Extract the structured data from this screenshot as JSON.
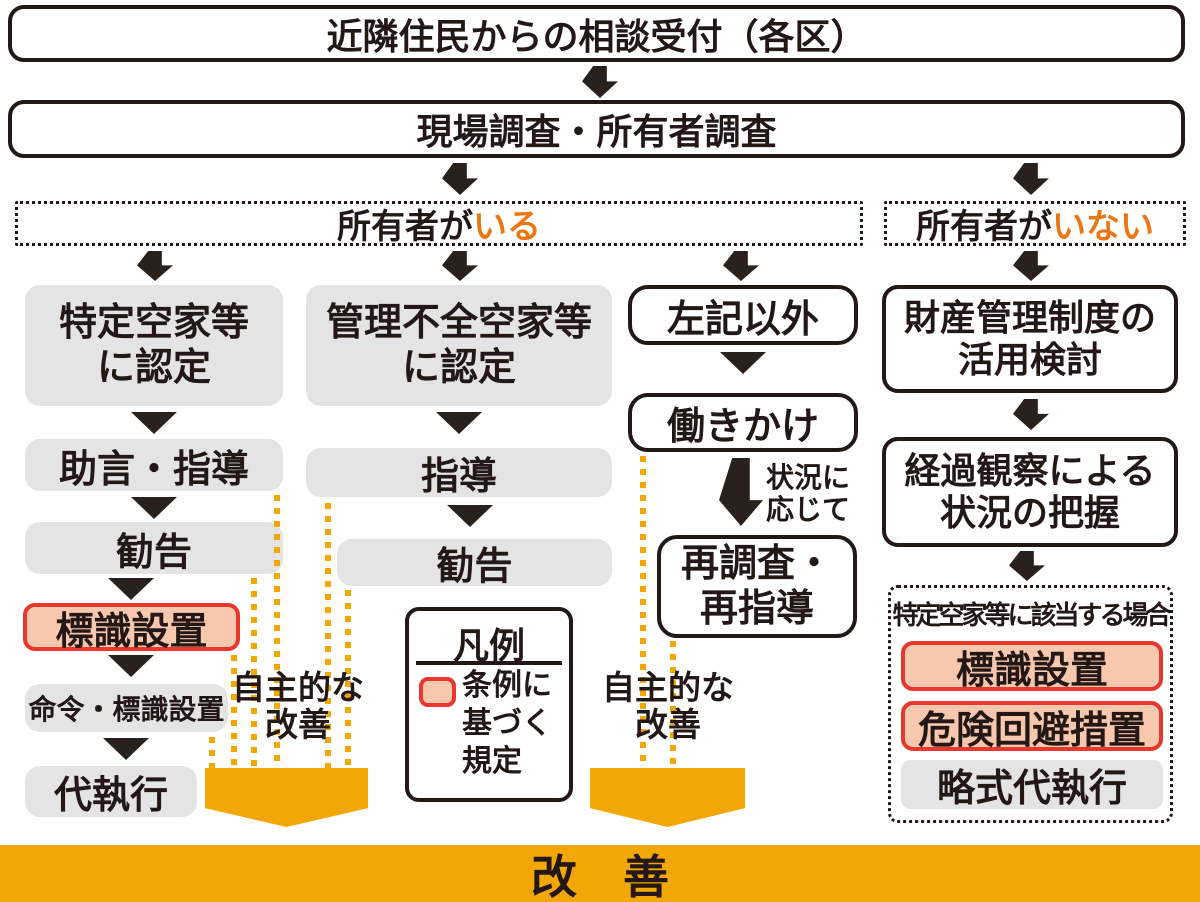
{
  "colors": {
    "orange": "#F2A705",
    "orange_highlight_text": "#EB7714",
    "pink_fill": "#F8C8AE",
    "pink_border": "#E8382D",
    "gray_box": "#E4E4E4",
    "ink": "#231815"
  },
  "top": {
    "box1": "近隣住民からの相談受付（各区）",
    "box2": "現場調査・所有者調査"
  },
  "branches": {
    "owner_present": {
      "prefix": "所有者が",
      "highlight": "いる"
    },
    "owner_absent": {
      "prefix": "所有者が",
      "highlight": "いない"
    }
  },
  "col1": {
    "designation_line1": "特定空家等",
    "designation_line2": "に認定",
    "advice": "助言・指導",
    "recommendation": "勧告",
    "sign_placement": "標識設置",
    "order_sign": "命令・標識設置",
    "execution": "代執行"
  },
  "col2": {
    "designation_line1": "管理不全空家等",
    "designation_line2": "に認定",
    "guidance": "指導",
    "recommendation": "勧告"
  },
  "col3": {
    "other": "左記以外",
    "outreach": "働きかけ",
    "annotation_line1": "状況に",
    "annotation_line2": "応じて",
    "reinvestigation_line1": "再調査・",
    "reinvestigation_line2": "再指導"
  },
  "col4": {
    "property_line1": "財産管理制度の",
    "property_line2": "活用検討",
    "observation_line1": "経過観察による",
    "observation_line2": "状況の把握",
    "dotted_title": "特定空家等に該当する場合",
    "sign_placement": "標識設置",
    "hazard_avoidance": "危険回避措置",
    "summary_execution": "略式代執行"
  },
  "legend": {
    "title": "凡例",
    "item_line1": "条例に",
    "item_line2": "基づく",
    "item_line3": "規定"
  },
  "voluntary": {
    "line1": "自主的な",
    "line2": "改善"
  },
  "banner": "改　善"
}
